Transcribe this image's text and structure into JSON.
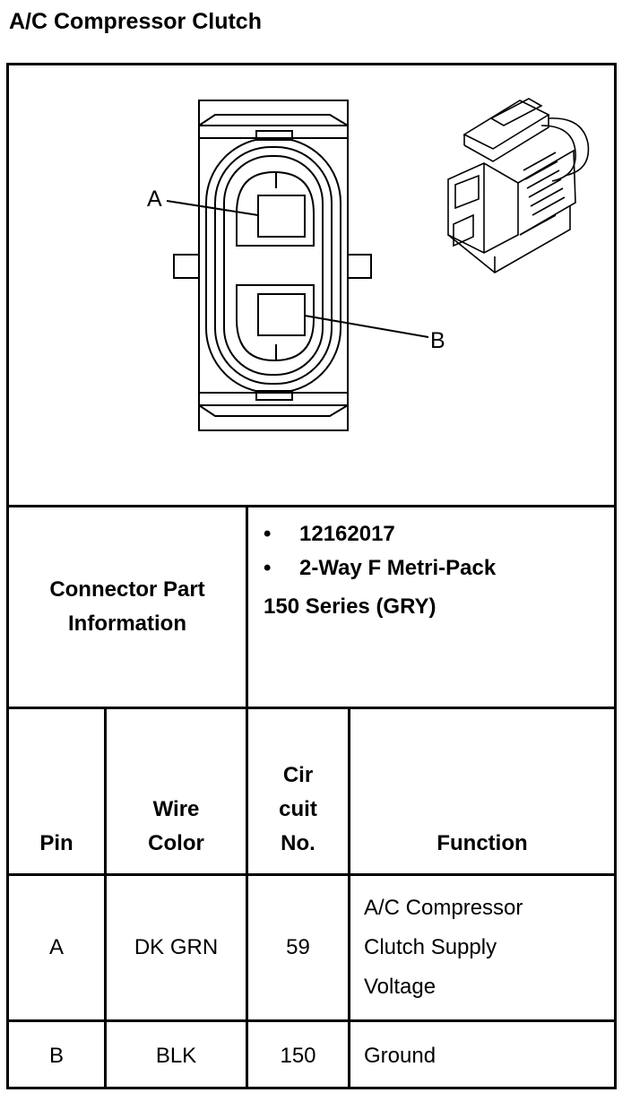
{
  "title": "A/C Compressor Clutch",
  "diagram": {
    "pin_label_a": "A",
    "pin_label_b": "B"
  },
  "connector_info": {
    "label_line1": "Connector Part",
    "label_line2": "Information",
    "bullets": [
      "12162017",
      "2-Way F Metri-Pack"
    ],
    "extra_line": "150 Series (GRY)"
  },
  "table": {
    "headers": {
      "pin": "Pin",
      "wire_color_1": "Wire",
      "wire_color_2": "Color",
      "circuit_1": "Cir",
      "circuit_2": "cuit",
      "circuit_3": "No.",
      "function": "Function"
    },
    "rows": [
      {
        "pin": "A",
        "wire_color": "DK GRN",
        "circuit": "59",
        "function_lines": [
          "A/C Compressor",
          "Clutch Supply",
          "Voltage"
        ]
      },
      {
        "pin": "B",
        "wire_color": "BLK",
        "circuit": "150",
        "function_lines": [
          "Ground"
        ]
      }
    ]
  }
}
